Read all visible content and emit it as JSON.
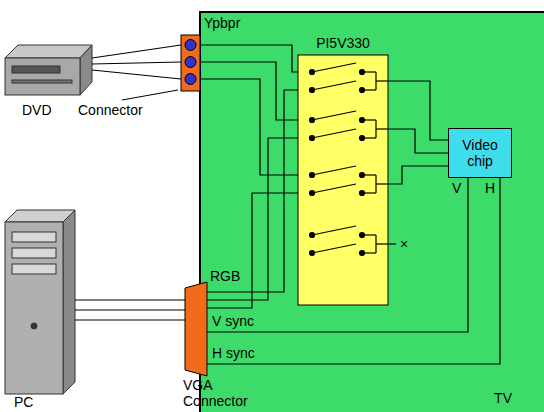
{
  "diagram": {
    "nodes": [
      {
        "text": [
          "TV"
        ]
      },
      {
        "text": [
          "PI5V330"
        ],
        "in": 0
      },
      {
        "text": [
          "Video chip"
        ],
        "in": 0
      }
    ],
    "edges": [
      {
        "from": 1,
        "to": 2,
        "arrow": "none"
      },
      {
        "from": 1,
        "to": 2,
        "arrow": "none"
      },
      {
        "from": 1,
        "to": 2,
        "arrow": "none"
      }
    ],
    "labels": [
      "DVD",
      "Connector",
      "Ypbpr",
      "RGB",
      "V sync",
      "H sync",
      "V",
      "H",
      "×",
      "PC",
      "VGA Connector"
    ]
  }
}
